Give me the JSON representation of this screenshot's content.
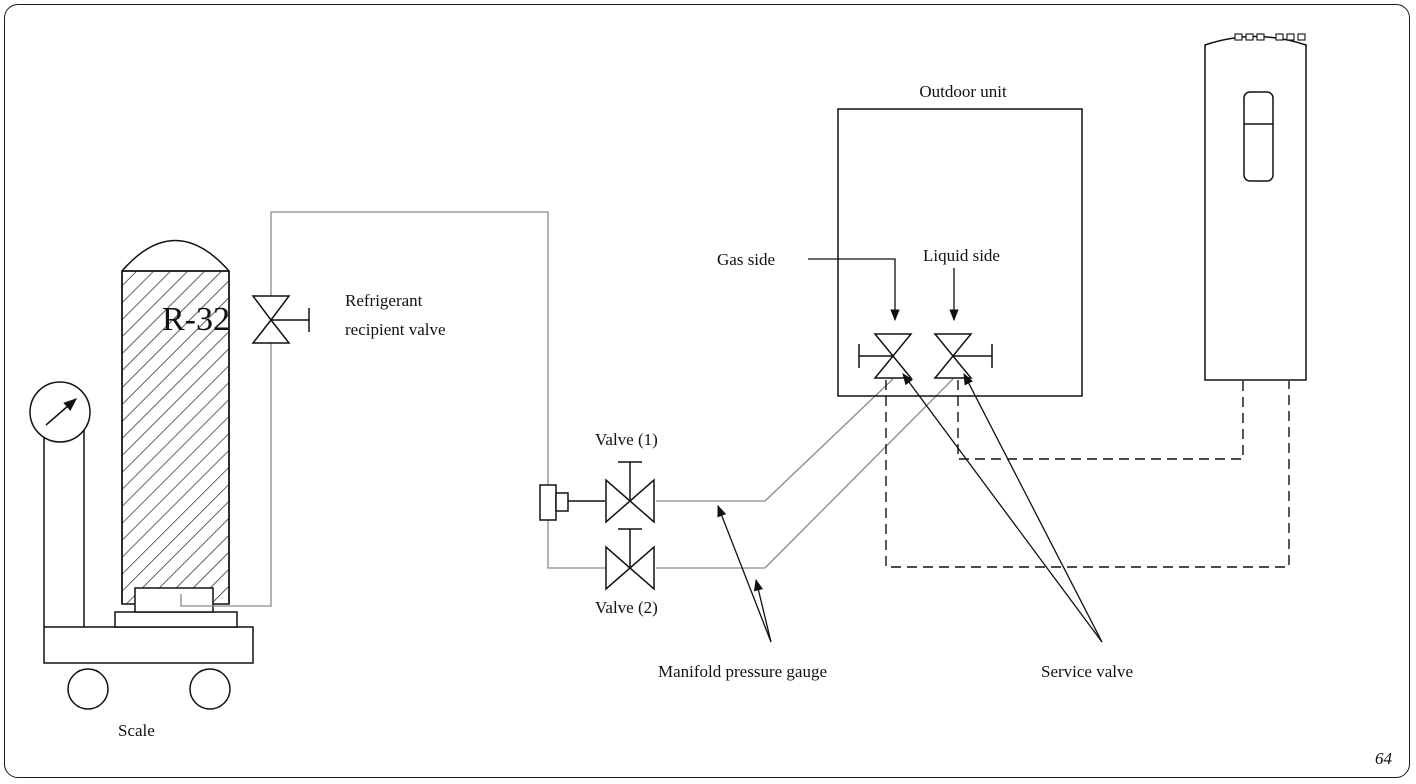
{
  "labels": {
    "outdoor_unit": "Outdoor unit",
    "gas_side": "Gas side",
    "liquid_side": "Liquid side",
    "refrigerant_name": "R-32",
    "recipient_valve_line1": "Refrigerant",
    "recipient_valve_line2": "recipient valve",
    "valve_1": "Valve (1)",
    "valve_2": "Valve (2)",
    "manifold_gauge": "Manifold pressure gauge",
    "service_valve": "Service valve",
    "scale": "Scale"
  },
  "page_number": "64"
}
